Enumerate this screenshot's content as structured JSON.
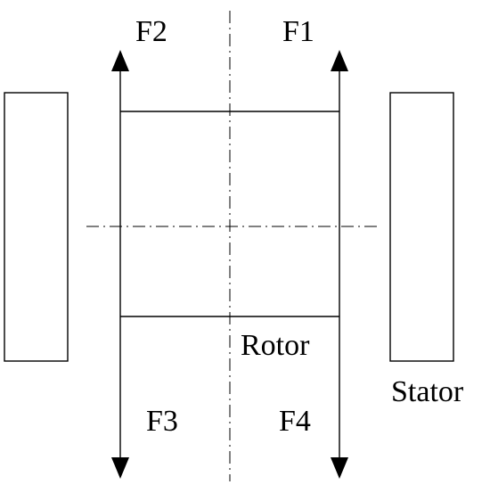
{
  "labels": {
    "f1": "F1",
    "f2": "F2",
    "f3": "F3",
    "f4": "F4",
    "rotor": "Rotor",
    "stator": "Stator"
  },
  "colors": {
    "stroke": "#000000",
    "background": "#ffffff"
  }
}
